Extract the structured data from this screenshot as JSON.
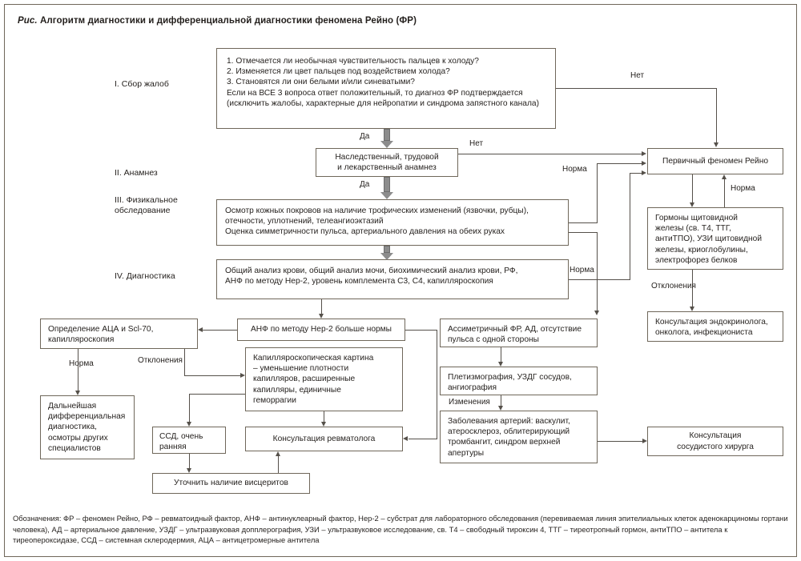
{
  "title": {
    "prefix": "Рис.",
    "text": "Алгоритм диагностики и дифференциальной диагностики феномена Рейно (ФР)"
  },
  "stages": [
    {
      "id": "stage-1",
      "label": "I. Сбор жалоб"
    },
    {
      "id": "stage-2",
      "label": "II. Анамнез"
    },
    {
      "id": "stage-3",
      "label": "III. Физикальное\nобследование"
    },
    {
      "id": "stage-4",
      "label": "IV. Диагностика"
    }
  ],
  "nodes": {
    "complaints": "1. Отмечается ли необычная чувствительность пальцев к холоду?\n2. Изменяется ли цвет пальцев под воздействием холода?\n3. Становятся ли они белыми и/или синеватыми?\nЕсли на ВСЕ 3 вопроса ответ положительный, то диагноз ФР подтверждается\n(исключить жалобы, характерные для нейропатии и синдрома запястного канала)",
    "anamnesis": "Наследственный, трудовой\nи лекарственный анамнез",
    "physical": "Осмотр кожных покровов на наличие трофических изменений (язвочки, рубцы),\nотечности, уплотнений, телеангиоэктазий\nОценка симметричности пульса, артериального давления на обеих руках",
    "labtests": "Общий анализ крови, общий анализ мочи, биохимический анализ крови, РФ,\nАНФ по методу Нер-2, уровень комплемента С3, С4, капилляроскопия",
    "primary_raynaud": "Первичный феномен Рейно",
    "thyroid": "Гормоны щитовидной\nжелезы (св. Т4, ТТГ,\nантиТПО), УЗИ щитовидной\nжелезы, криоглобулины,\nэлектрофорез белков",
    "endocrinologist": "Консультация эндокринолога,\nонколога, инфекциониста",
    "aca_scl70": "Определение АЦА и Scl-70,\nкапилляроскопия",
    "anf_high": "АНФ по методу Нер-2 больше нормы",
    "asymmetric": "Ассиметричный ФР, АД, отсутствие\nпульса с одной стороны",
    "capillaroscopy_picture": "Капилляроскопическая картина\n– уменьшение плотности\nкапилляров, расширенные\nкапилляры, единичные\nгеморрагии",
    "plethysmography": "Плетизмография, УЗДГ сосудов,\nангиография",
    "further_diff": "Дальнейшая\nдифференциальная\nдиагностика,\nосмотры других\nспециалистов",
    "ssd_early": "ССД, очень\nранняя",
    "rheumatologist": "Консультация ревматолога",
    "artery_disease": "Заболевания артерий: васкулит,\nатеросклероз, облитерирующий\nтромбангит, синдром верхней\nапертуры",
    "vascular_surgeon": "Консультация\nсосудистого хирурга",
    "visceritis": "Уточнить наличие висцеритов"
  },
  "edge_labels": {
    "yes_1": "Да",
    "no_1": "Нет",
    "yes_2": "Да",
    "no_2": "Нет",
    "norma_physical": "Норма",
    "norma_thyroid": "Норма",
    "norma_lab": "Норма",
    "deviations_thyroid": "Отклонения",
    "deviations_aca": "Отклонения",
    "norma_aca": "Норма",
    "changes": "Изменения"
  },
  "footer": {
    "text": "Обозначения: ФР – феномен Рейно, РФ – ревматоидный фактор, АНФ – антинуклеарный фактор, Нер-2 – субстрат для лабораторного обследования (перевиваемая линия эпителиальных клеток аденокарциномы гортани человека), АД – артериальное давление, УЗДГ – ультразвуковая допплерография, УЗИ – ультразвуковое исследование, св. Т4 – свободный тироксин 4, ТТГ – тиреотропный гормон, антиТПО – антитела к тиреопероксидазе, ССД – системная склеродермия, АЦА – антицетромерные антитела"
  },
  "colors": {
    "border": "#6f675a",
    "line": "#55504a",
    "fat_arrow": "#8c8c8c",
    "text": "#231f1c",
    "background": "#ffffff"
  }
}
